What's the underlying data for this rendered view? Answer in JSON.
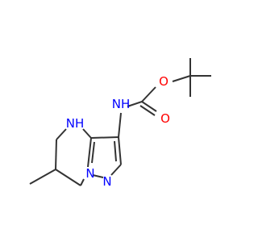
{
  "molecule": {
    "atoms": {
      "nh_carbamate": "NH",
      "o_ether": "O",
      "o_carbonyl": "O",
      "nh_ring": "NH",
      "n_bridge": "N",
      "n_pyrazole": "N"
    }
  },
  "colors": {
    "bond": "#333333",
    "nitrogen": "#0000ff",
    "oxygen": "#ff0000"
  }
}
